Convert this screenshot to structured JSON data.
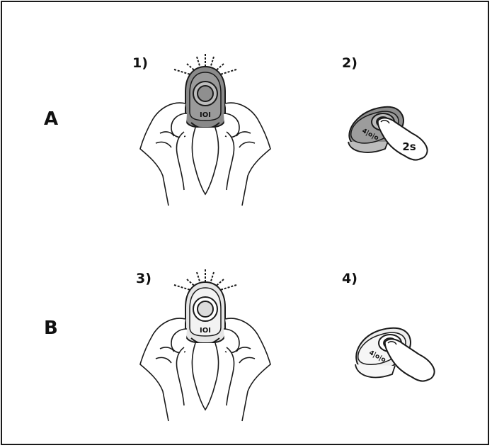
{
  "rows": [
    {
      "label": "A",
      "steps": [
        {
          "number": "1)"
        },
        {
          "number": "2)",
          "badge": "2s"
        }
      ]
    },
    {
      "label": "B",
      "steps": [
        {
          "number": "3)"
        },
        {
          "number": "4)"
        }
      ]
    }
  ],
  "remote_marking": "IOI",
  "colors": {
    "line": "#1a1a1a",
    "fob_dark": "#7d7d7d",
    "fob_light": "#d9d9d9",
    "background": "#ffffff"
  },
  "icons": [
    "hands-holding-remote-icon",
    "finger-press-button-icon",
    "led-flash-icon"
  ]
}
